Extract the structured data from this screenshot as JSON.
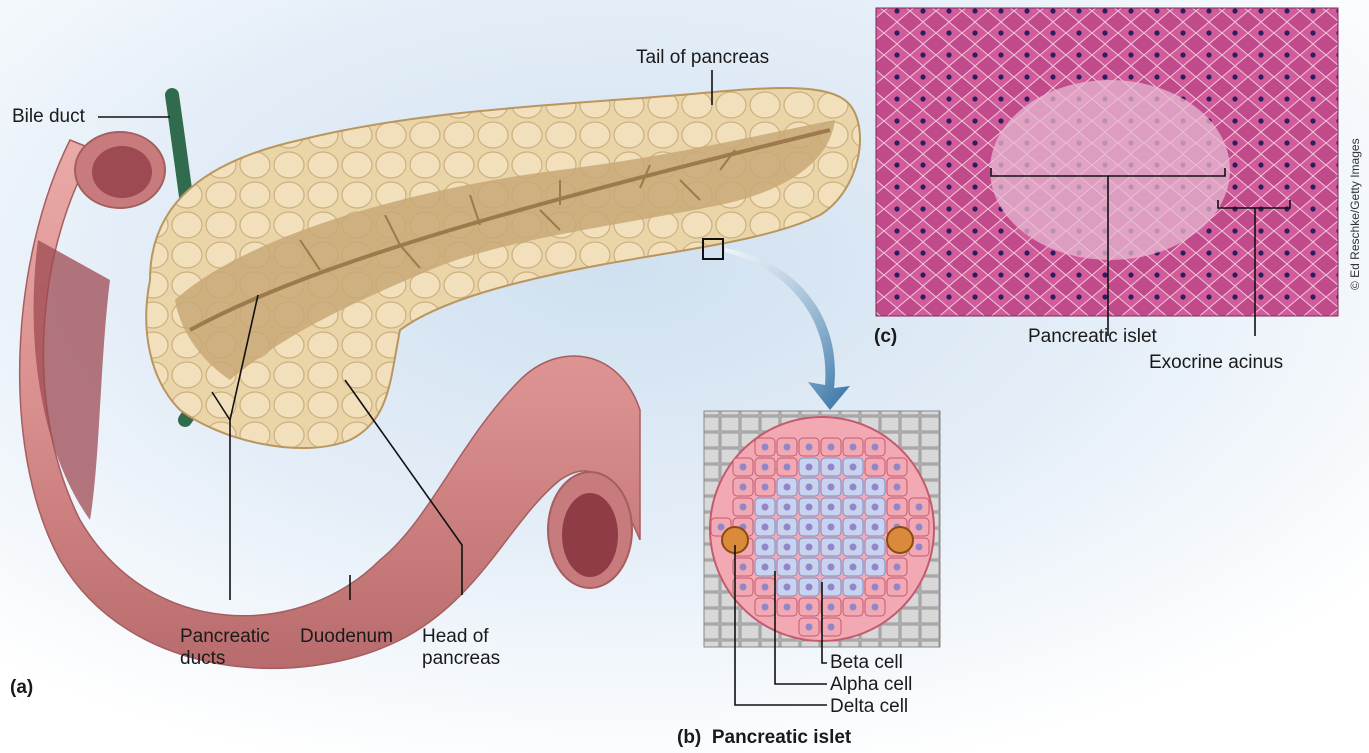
{
  "labels": {
    "bile_duct": "Bile duct",
    "tail_of_pancreas": "Tail of pancreas",
    "pancreatic_ducts": [
      "Pancreatic",
      "ducts"
    ],
    "duodenum": "Duodenum",
    "head_of_pancreas": [
      "Head of",
      "pancreas"
    ],
    "beta_cell": "Beta cell",
    "alpha_cell": "Alpha cell",
    "delta_cell": "Delta cell",
    "pancreatic_islet_c": "Pancreatic islet",
    "exocrine_acinus": "Exocrine acinus"
  },
  "panels": {
    "a": "(a)",
    "b_letter": "(b)",
    "b_title": "Pancreatic islet",
    "c": "(c)"
  },
  "credit": "© Ed Reschke/Getty Images",
  "colors": {
    "duodenum": "#d9918f",
    "duodenum_inner": "#9e4a52",
    "pancreas": "#e6cf9f",
    "pancreas_cut": "#c9a877",
    "bile_duct": "#2f6b4c",
    "alpha_cell": "#f2a9b4",
    "beta_cell": "#c9d3f0",
    "delta_cell": "#d98a3a",
    "histology_bg": "#c54a8c",
    "arrow": "#2f6fa3"
  }
}
